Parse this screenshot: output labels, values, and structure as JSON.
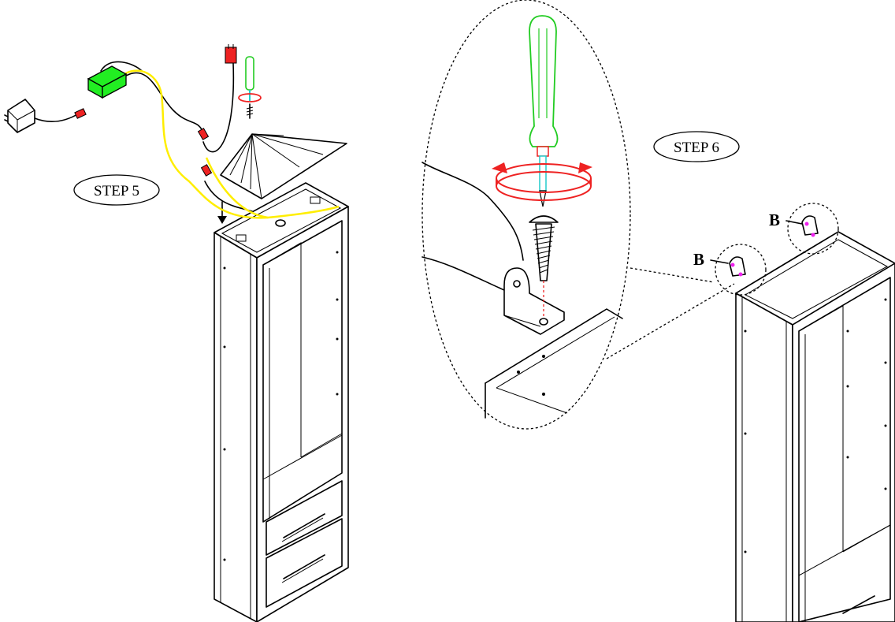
{
  "steps": [
    {
      "label": "STEP 5"
    },
    {
      "label": "STEP 6"
    }
  ],
  "callouts": [
    {
      "label": "B"
    },
    {
      "label": "B"
    }
  ],
  "icons": {
    "adapter": "power-adapter-icon",
    "transformer": "transformer-box-icon",
    "screwdriver": "screwdriver-icon",
    "screw": "screw-icon",
    "bracket": "l-bracket-icon"
  },
  "colors": {
    "transformer": "#22ee22",
    "connector": "#ee2222",
    "wire": "#ffee00",
    "screwdriver_handle": "#22cc22",
    "screwdriver_shaft": "#22cccc",
    "rotation_arrow": "#ee2222",
    "bracket_dots": "#ee22ee"
  }
}
